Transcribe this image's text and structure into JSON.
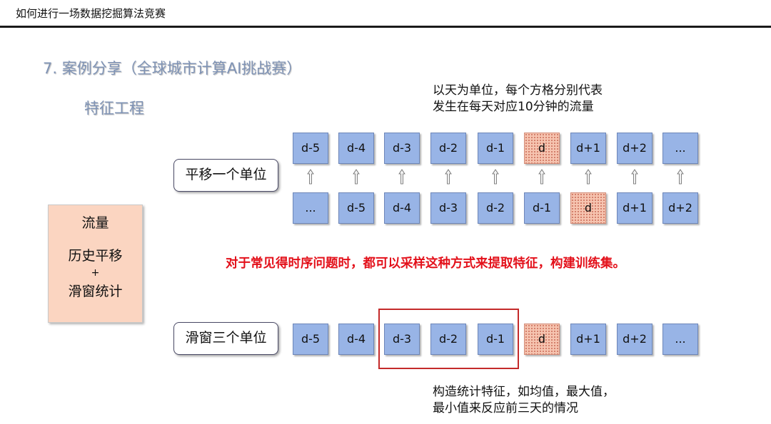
{
  "header": {
    "title": "如何进行一场数据挖掘算法竞赛"
  },
  "section_title": "7. 案例分享（全球城市计算AI挑战赛）",
  "subtitle": "特征工程",
  "note_top": [
    "以天为单位，每个方格分别代表",
    "发生在每天对应10分钟的流量"
  ],
  "flow_box": {
    "line1": "流量",
    "line2": "历史平移",
    "line3": "+",
    "line4": "滑窗统计"
  },
  "label_shift": "平移一个单位",
  "label_slide": "滑窗三个单位",
  "row_top": [
    "d-5",
    "d-4",
    "d-3",
    "d-2",
    "d-1",
    "d",
    "d+1",
    "d+2",
    "..."
  ],
  "row_middle": [
    "...",
    "d-5",
    "d-4",
    "d-3",
    "d-2",
    "d-1",
    "d",
    "d+1",
    "d+2"
  ],
  "row_bottom": [
    "d-5",
    "d-4",
    "d-3",
    "d-2",
    "d-1",
    "d",
    "d+1",
    "d+2",
    "..."
  ],
  "highlight_label": "d",
  "statement": "对于常见得时序问题时，都可以采样这种方式来提取特征，构建训练集。",
  "note_bottom": [
    "构造统计特征，如均值，最大值，",
    "最小值来反应前三天的情况"
  ],
  "colors": {
    "cell": "#98b4e6",
    "highlight": "#f6c4b0",
    "statement": "#e3101a",
    "window": "#c42a2a",
    "title": "#7f93b5"
  }
}
